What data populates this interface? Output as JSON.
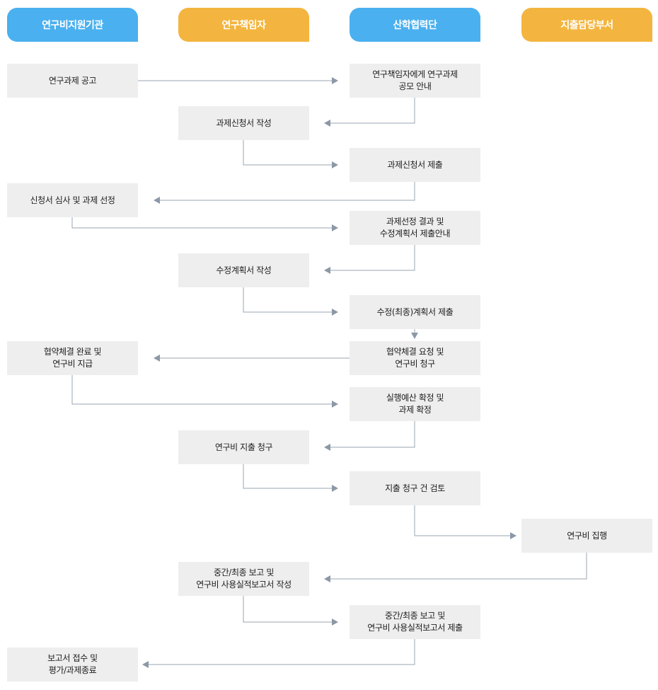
{
  "lanes": [
    {
      "label": "연구비지원기관",
      "color": "#4ab0ef"
    },
    {
      "label": "연구책임자",
      "color": "#f3b53f"
    },
    {
      "label": "산학협력단",
      "color": "#4ab0ef"
    },
    {
      "label": "지출담당부서",
      "color": "#f3b53f"
    }
  ],
  "steps": {
    "s1": "연구과제 공고",
    "s2": "연구책임자에게 연구과제\n공모 안내",
    "s3": "과제신청서 작성",
    "s4": "과제신청서 제출",
    "s5": "신청서 심사 및 과제 선정",
    "s6": "과제선정 결과 및\n수정계획서 제출안내",
    "s7": "수정계획서 작성",
    "s8": "수정(최종)계획서 제출",
    "s9": "협약체결 요청 및\n연구비 청구",
    "s10": "협약체결 완료 및\n연구비 지급",
    "s11": "실행예산 확정 및\n과제 확정",
    "s12": "연구비 지출 청구",
    "s13": "지출 청구 건 검토",
    "s14": "연구비 집행",
    "s15": "중간/최종 보고 및\n연구비 사용실적보고서 작성",
    "s16": "중간/최종 보고 및\n연구비 사용실적보고서 제출",
    "s17": "보고서 접수 및\n평가/과제종료"
  },
  "colors": {
    "lane_blue": "#4ab0ef",
    "lane_orange": "#f3b53f",
    "box_fill": "#eeeeee",
    "connector": "#9aa5b1"
  }
}
